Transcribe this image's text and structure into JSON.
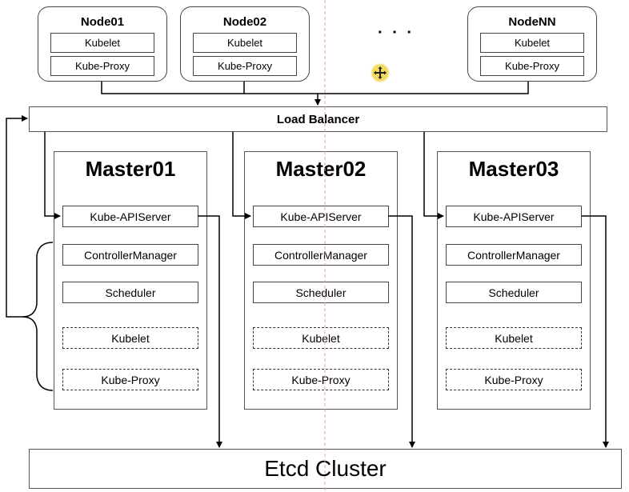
{
  "nodes": [
    {
      "title": "Node01",
      "kubelet": "Kubelet",
      "proxy": "Kube-Proxy"
    },
    {
      "title": "Node02",
      "kubelet": "Kubelet",
      "proxy": "Kube-Proxy"
    },
    {
      "title": "NodeNN",
      "kubelet": "Kubelet",
      "proxy": "Kube-Proxy"
    }
  ],
  "ellipsis": "· · ·",
  "load_balancer": "Load Balancer",
  "masters": [
    {
      "title": "Master01",
      "apiserver": "Kube-APIServer",
      "controller": "ControllerManager",
      "scheduler": "Scheduler",
      "kubelet": "Kubelet",
      "proxy": "Kube-Proxy"
    },
    {
      "title": "Master02",
      "apiserver": "Kube-APIServer",
      "controller": "ControllerManager",
      "scheduler": "Scheduler",
      "kubelet": "Kubelet",
      "proxy": "Kube-Proxy"
    },
    {
      "title": "Master03",
      "apiserver": "Kube-APIServer",
      "controller": "ControllerManager",
      "scheduler": "Scheduler",
      "kubelet": "Kubelet",
      "proxy": "Kube-Proxy"
    }
  ],
  "etcd": "Etcd Cluster"
}
